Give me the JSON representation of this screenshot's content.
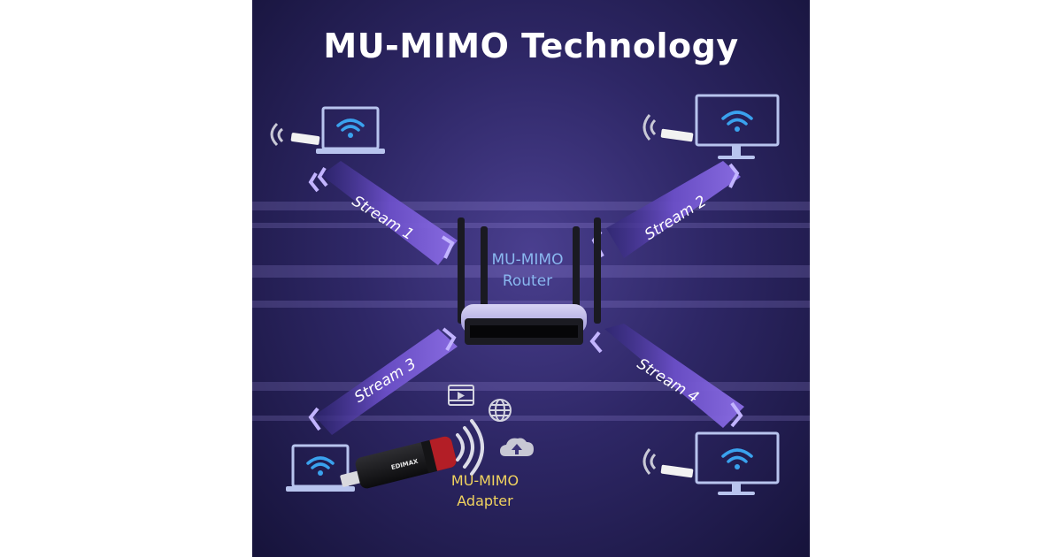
{
  "title": "MU-MIMO Technology",
  "streams": [
    {
      "label": "Stream 1"
    },
    {
      "label": "Stream 2"
    },
    {
      "label": "Stream 3"
    },
    {
      "label": "Stream 4"
    }
  ],
  "router": {
    "line1": "MU-MIMO",
    "line2": "Router"
  },
  "adapter": {
    "line1": "MU-MIMO",
    "line2": "Adapter",
    "brand": "EDIMAX"
  },
  "colors": {
    "background_top": "#4a3f8f",
    "background_edge": "#16133a",
    "stream_band": "#6b4fc8",
    "wifi_blue": "#3aa2ee",
    "router_label": "#8ab8f0",
    "adapter_label": "#f1d35f"
  }
}
